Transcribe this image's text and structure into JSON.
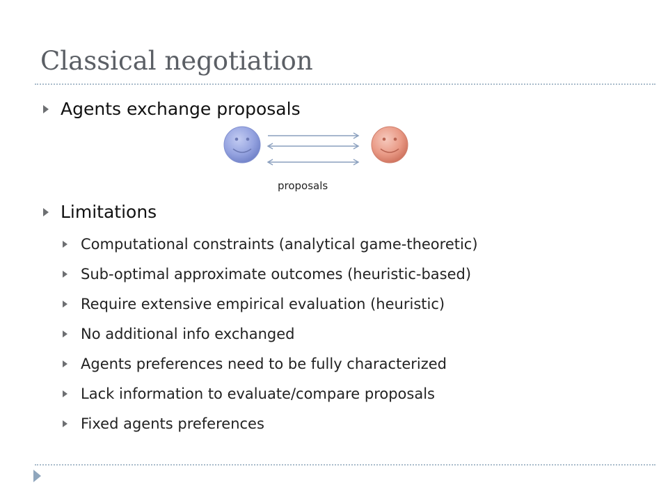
{
  "slide": {
    "title": "Classical negotiation",
    "bullets": [
      {
        "text": "Agents exchange proposals"
      },
      {
        "text": "Limitations",
        "sub": [
          "Computational constraints (analytical game-theoretic)",
          "Sub-optimal approximate outcomes (heuristic-based)",
          "Require extensive empirical evaluation (heuristic)",
          "No additional info exchanged",
          "Agents preferences need to be fully characterized",
          "Lack information to evaluate/compare proposals",
          "Fixed agents preferences"
        ]
      }
    ],
    "diagram": {
      "caption": "proposals",
      "left_agent_icon": "smiley-face-blue-icon",
      "right_agent_icon": "smiley-face-red-icon",
      "colors": {
        "left_agent": "#8f9fe0",
        "right_agent": "#e99a86",
        "arrows": "#8a9fbe"
      }
    }
  },
  "colors": {
    "title": "#5b5f65",
    "rule": "#a9bccb",
    "bullet_marker": "#6d6f72",
    "corner_marker": "#8fa6bd"
  }
}
